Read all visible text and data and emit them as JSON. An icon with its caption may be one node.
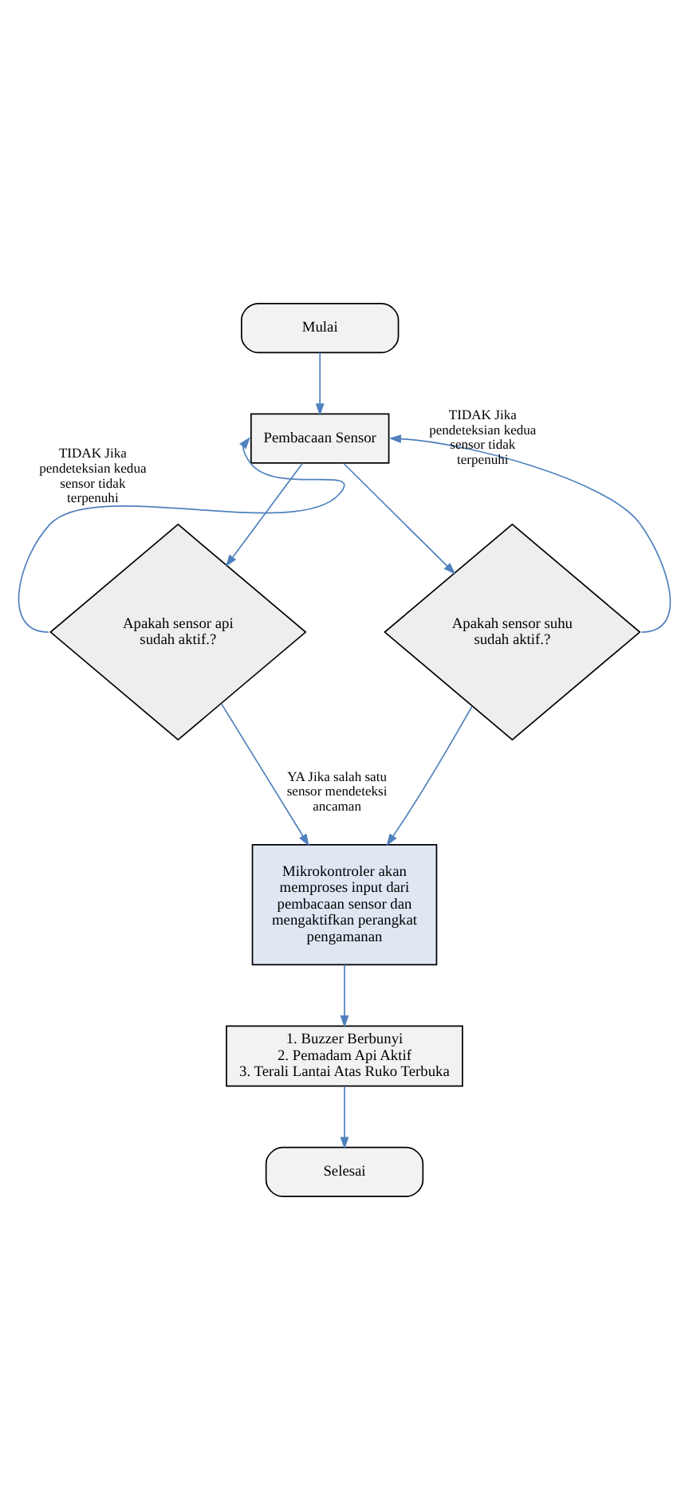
{
  "diagram": {
    "nodes": [
      {
        "text": [
          "Mulai"
        ]
      },
      {
        "text": [
          "Pembacaan Sensor"
        ]
      },
      {
        "text": [
          "Apakah sensor api sudah aktif.?"
        ]
      },
      {
        "text": [
          "Apakah sensor suhu sudah aktif.?"
        ]
      },
      {
        "text": [
          "Mikrokontroler akan memproses input dari pembacaan sensor dan mengaktifkan perangkat pengamanan"
        ]
      },
      {
        "text": [
          "1. Buzzer Berbunyi",
          "2. Pemadam Api Aktif",
          "3. Terali Lantai Atas Ruko Terbuka"
        ]
      },
      {
        "text": [
          "Selesai"
        ]
      }
    ],
    "edges": [
      {
        "from": 0,
        "to": 1,
        "arrow": "to"
      },
      {
        "from": 1,
        "to": 2,
        "arrow": "to"
      },
      {
        "from": 1,
        "to": 3,
        "arrow": "to"
      },
      {
        "from": 2,
        "to": 1,
        "arrow": "to",
        "label": "TIDAK Jika pendeteksian kedua sensor tidak terpenuhi"
      },
      {
        "from": 3,
        "to": 1,
        "arrow": "to",
        "label": "TIDAK Jika pendeteksian kedua sensor tidak terpenuhi"
      },
      {
        "from": 2,
        "to": 4,
        "arrow": "to",
        "label": "YA Jika salah satu sensor mendeteksi ancaman"
      },
      {
        "from": 3,
        "to": 4,
        "arrow": "to"
      },
      {
        "from": 4,
        "to": 5,
        "arrow": "to"
      },
      {
        "from": 5,
        "to": 6,
        "arrow": "to"
      }
    ]
  }
}
